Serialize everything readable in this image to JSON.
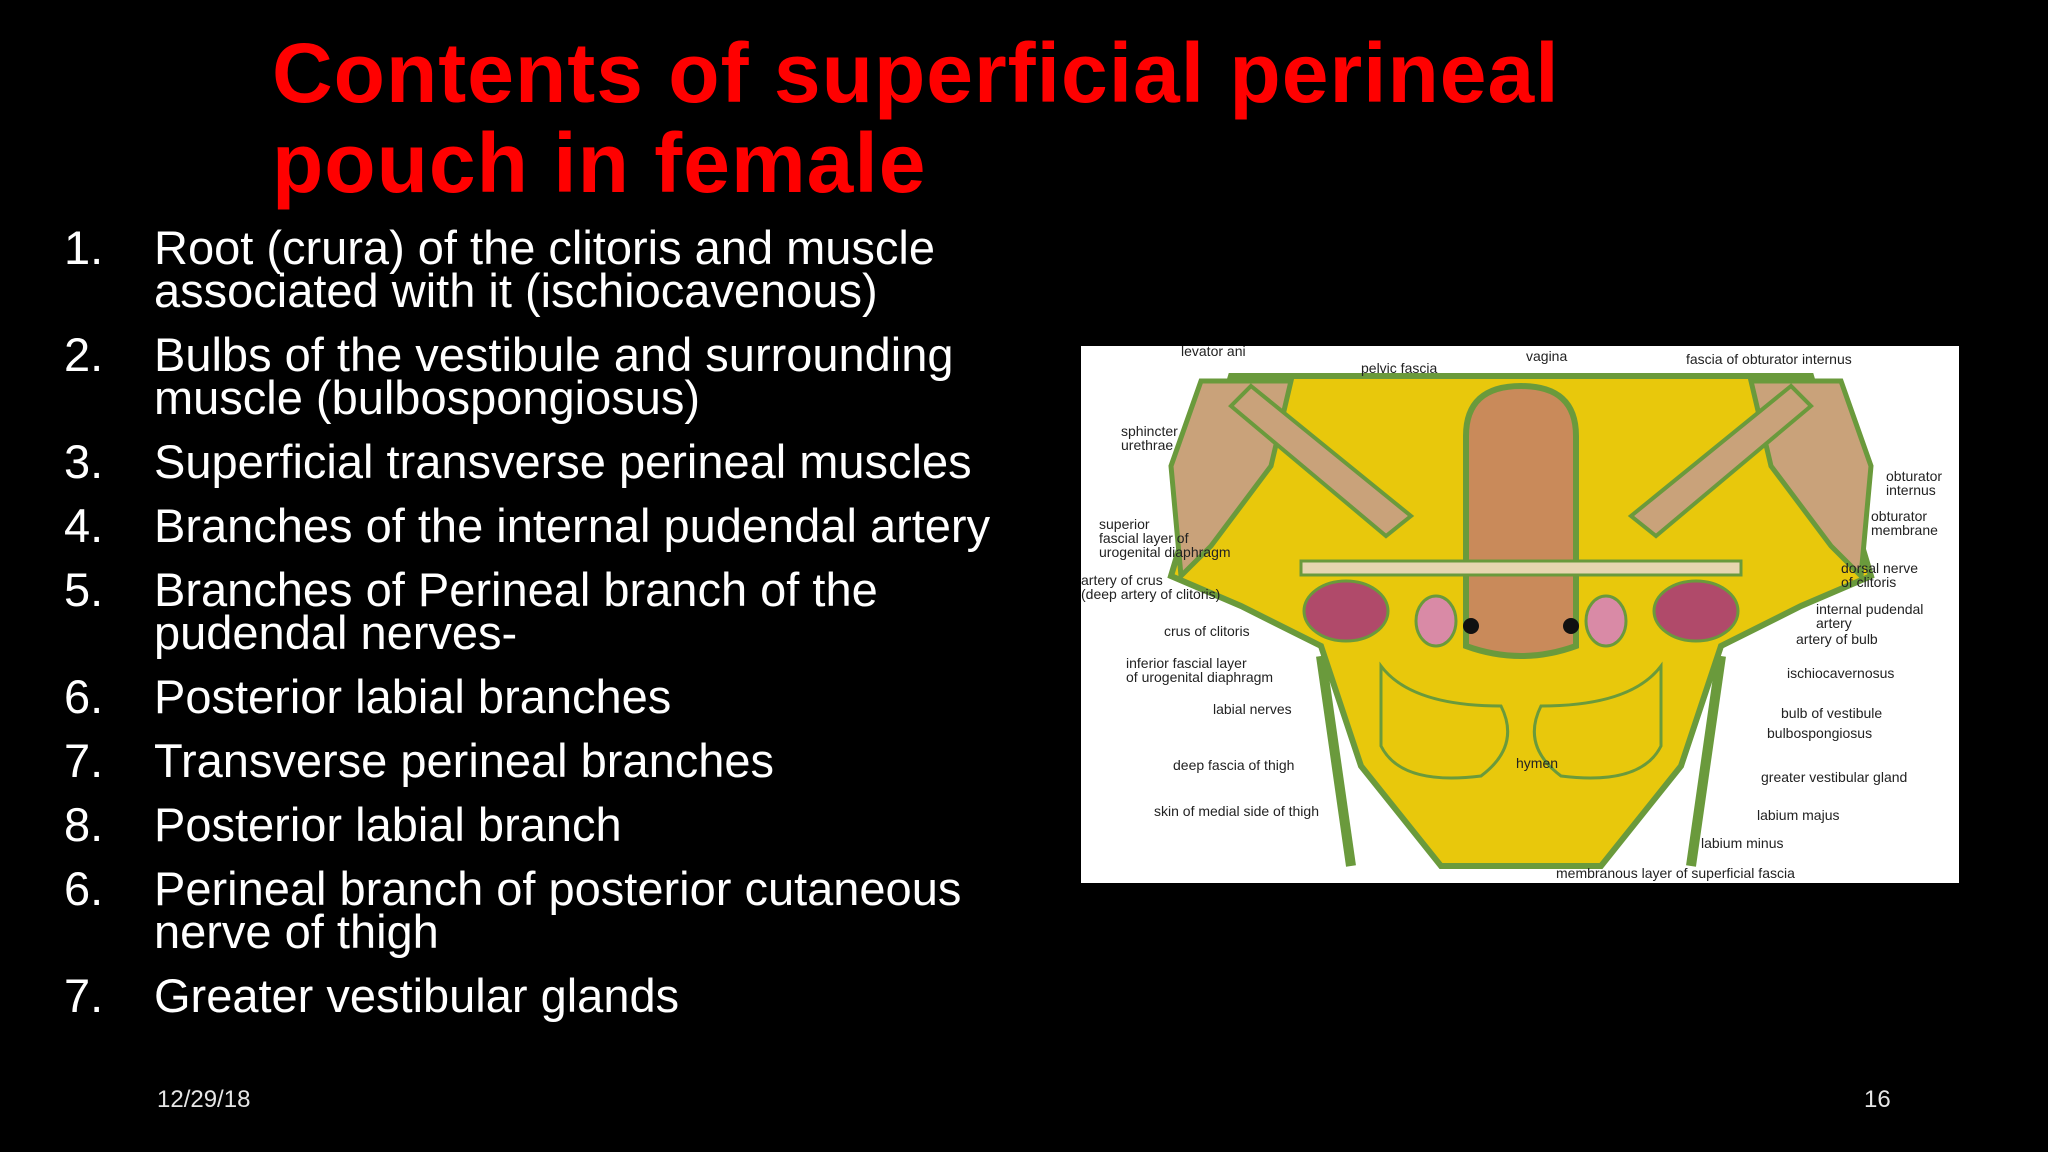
{
  "title": {
    "line1": "Contents of superficial perineal",
    "line2": "pouch in female"
  },
  "items": [
    {
      "num": "1.",
      "line1": "Root (crura) of the clitoris and muscle",
      "line2": "associated with it (ischiocavenous)"
    },
    {
      "num": "2.",
      "line1": " Bulbs of the vestibule and surrounding",
      "line2": "muscle (bulbospongiosus)"
    },
    {
      "num": "3.",
      "line1": "Superficial transverse perineal muscles",
      "line2": ""
    },
    {
      "num": "4.",
      "line1": "Branches of the internal pudendal artery",
      "line2": ""
    },
    {
      "num": "5.",
      "line1": "Branches of Perineal branch of the",
      "line2": "pudendal nerves-"
    },
    {
      "num": "6.",
      "line1": "Posterior labial branches",
      "line2": ""
    },
    {
      "num": "7.",
      "line1": "Transverse perineal branches",
      "line2": ""
    },
    {
      "num": "8.",
      "line1": "Posterior labial branch",
      "line2": ""
    },
    {
      "num": "6.",
      "line1": " Perineal branch of posterior cutaneous",
      "line2": "nerve of thigh"
    },
    {
      "num": "7.",
      "line1": "Greater vestibular glands",
      "line2": ""
    }
  ],
  "figure": {
    "labels": {
      "levator_ani": "levator ani",
      "pelvic_fascia": "pelvic fascia",
      "vagina": "vagina",
      "fascia_obturator_internus": "fascia of obturator internus",
      "sphincter_urethrae_1": "sphincter",
      "sphincter_urethrae_2": "urethrae",
      "obturator_internus_1": "obturator",
      "obturator_internus_2": "internus",
      "obturator_membrane_1": "obturator",
      "obturator_membrane_2": "membrane",
      "superior_fascial_1": "superior",
      "superior_fascial_2": "fascial layer of",
      "superior_fascial_3": "urogenital diaphragm",
      "artery_of_crus_1": "artery of crus",
      "artery_of_crus_2": "(deep artery of clitoris)",
      "dorsal_nerve_1": "dorsal nerve",
      "dorsal_nerve_2": "of clitoris",
      "internal_pudendal_1": "internal pudendal",
      "internal_pudendal_2": "artery",
      "artery_of_bulb": "artery of bulb",
      "crus_of_clitoris": "crus of clitoris",
      "inferior_fascial_1": "inferior fascial layer",
      "inferior_fascial_2": "of urogenital diaphragm",
      "ischiocavernosus": "ischiocavernosus",
      "labial_nerves": "labial nerves",
      "bulb_of_vestibule": "bulb of vestibule",
      "bulbospongiosus": "bulbospongiosus",
      "deep_fascia_thigh": "deep fascia of thigh",
      "hymen": "hymen",
      "greater_vestibular_gland": "greater vestibular gland",
      "skin_medial_thigh": "skin of medial side of thigh",
      "labium_majus": "labium majus",
      "labium_minus": "labium minus",
      "membranous_layer": "membranous layer of superficial fascia"
    },
    "colors": {
      "fat": "#e8c80c",
      "fascia": "#6a9a3c",
      "muscle": "#b04a6a",
      "bone": "#c9a27a",
      "vagina": "#c98a5a"
    }
  },
  "footer": {
    "date": "12/29/18",
    "page": "16"
  }
}
